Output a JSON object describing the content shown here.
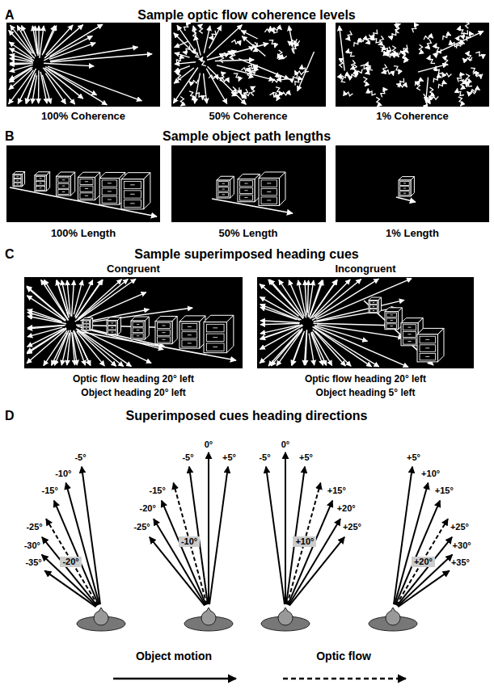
{
  "diagram": {
    "labels": [
      "A",
      "Sample optic flow coherence levels",
      "100% Coherence",
      "50% Coherence",
      "1% Coherence",
      "B",
      "Sample object path lengths",
      "100% Length",
      "50% Length",
      "1% Length",
      "C",
      "Sample superimposed heading cues",
      "Congruent",
      "Incongruent",
      "Optic flow heading 20° left",
      "Object heading 20° left",
      "Optic flow heading 20° left",
      "Object heading 5° left",
      "D",
      "Superimposed cues heading directions",
      "-35°",
      "-30°",
      "-25°",
      "-20°",
      "-15°",
      "-10°",
      "-5°",
      "-25°",
      "-20°",
      "-15°",
      "-10°",
      "-5°",
      "0°",
      "+5°",
      "-5°",
      "0°",
      "+5°",
      "+10°",
      "+15°",
      "+20°",
      "+25°",
      "+5°",
      "+10°",
      "+15°",
      "+20°",
      "+25°",
      "+30°",
      "+35°"
    ],
    "legend": [
      {
        "text": "Object motion"
      },
      {
        "text": "Optic flow"
      }
    ]
  }
}
